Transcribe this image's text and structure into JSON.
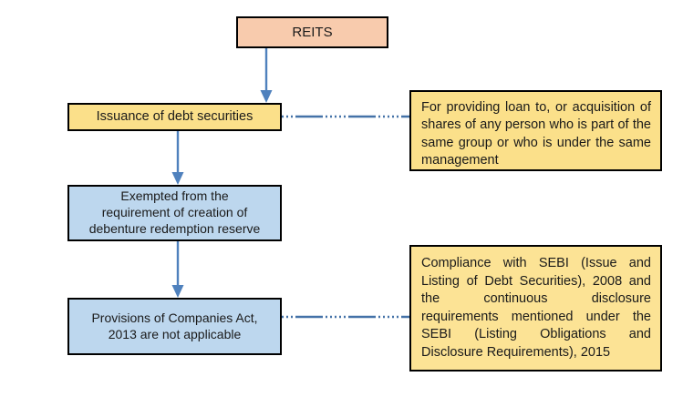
{
  "diagram": {
    "title_node": {
      "label": "REITS",
      "fill": "#f8cbad"
    },
    "nodes": [
      {
        "id": "issuance",
        "label": "Issuance of debt securities",
        "fill": "#fbe08a"
      },
      {
        "id": "exempted",
        "label": "Exempted from the\nrequirement of creation of\ndebenture redemption reserve",
        "fill": "#bdd7ee"
      },
      {
        "id": "provisions",
        "label": "Provisions of Companies Act,\n2013 are not applicable",
        "fill": "#bdd7ee"
      }
    ],
    "notes": [
      {
        "id": "loan",
        "label": "For providing loan to, or acquisition of shares of any person who is part of the same group or who is under the same management",
        "fill": "#fbe08a"
      },
      {
        "id": "compliance",
        "label": "Compliance with SEBI (Issue and Listing of Debt Securities), 2008 and the continuous disclosure requirements mentioned under the SEBI (Listing Obligations and Disclosure Requirements), 2015",
        "fill": "#fce395"
      }
    ],
    "connectors": {
      "arrow_color": "#4f81bd",
      "dotted_color": "#4472a8",
      "border_color": "#000000"
    }
  }
}
